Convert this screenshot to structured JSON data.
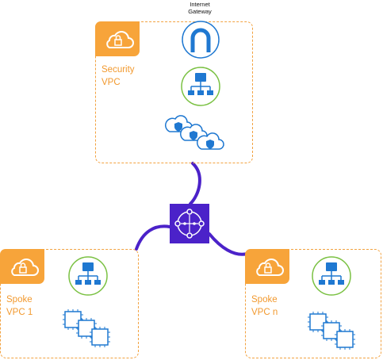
{
  "internet_gateway": {
    "label_line1": "Internet",
    "label_line2": "Gateway"
  },
  "vpcs": [
    {
      "id": "security",
      "label_line1": "Security",
      "label_line2": "VPC"
    },
    {
      "id": "spoke1",
      "label_line1": "Spoke",
      "label_line2": "VPC 1"
    },
    {
      "id": "spoken",
      "label_line1": "Spoke",
      "label_line2": "VPC n"
    }
  ],
  "colors": {
    "vpc_orange": "#f7a43a",
    "connector_purple": "#4b22c9",
    "gateway_blue": "#1f78d1",
    "router_green": "#7ac142",
    "icon_blue": "#1f78d1"
  }
}
